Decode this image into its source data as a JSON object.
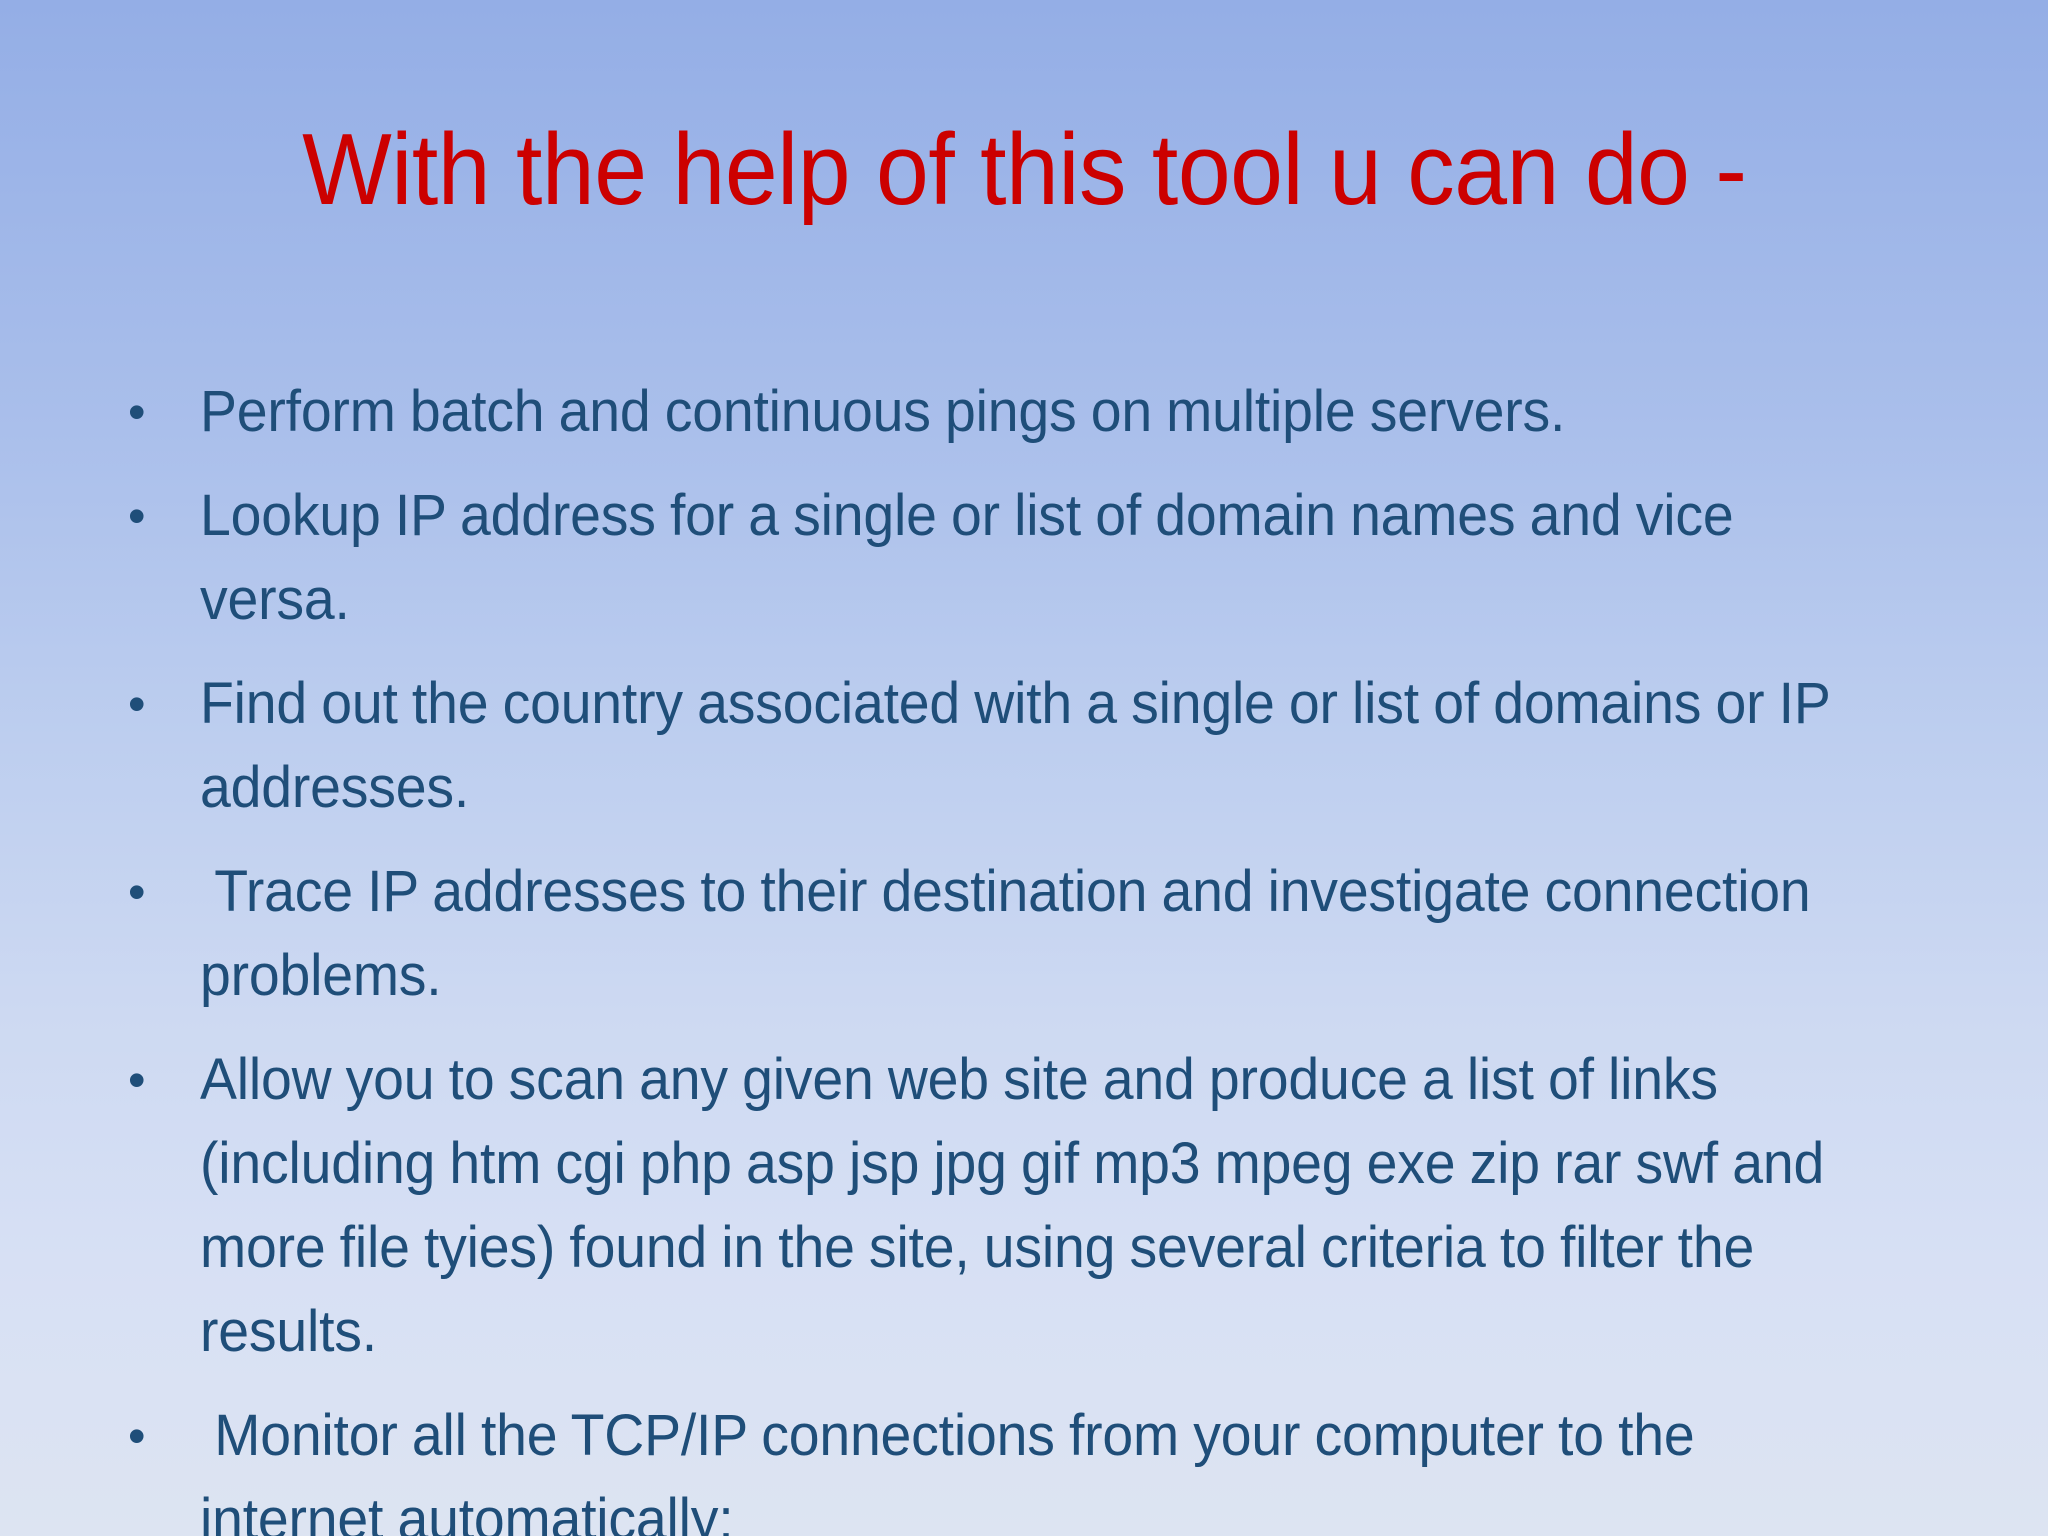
{
  "slide": {
    "title": "With the help of this tool u can do -",
    "title_color": "#cc0000",
    "body_color": "#1f4e79",
    "background_top_color": "#94aee6",
    "background_bottom_color": "#dde4f2",
    "bullet_marker": "•",
    "bullets": [
      {
        "id": "bullet-perform-pings",
        "text": "Perform batch and continuous pings on multiple servers."
      },
      {
        "id": "bullet-lookup-ip",
        "text": "Lookup IP address for a single or list of domain names and vice versa."
      },
      {
        "id": "bullet-find-country",
        "text": "Find out the country associated with a single or list of domains or IP addresses."
      },
      {
        "id": "bullet-trace-ip",
        "text": " Trace IP addresses to their destination and investigate connection problems."
      },
      {
        "id": "bullet-scan-site",
        "text": "Allow you to scan any given web site and produce a list of links (including htm cgi php asp jsp jpg gif mp3 mpeg exe zip rar swf and more file tyies) found in the site, using several criteria to filter the results."
      },
      {
        "id": "bullet-monitor-tcpip",
        "text": " Monitor all the TCP/IP connections from your computer to the internet automatically;"
      }
    ]
  }
}
